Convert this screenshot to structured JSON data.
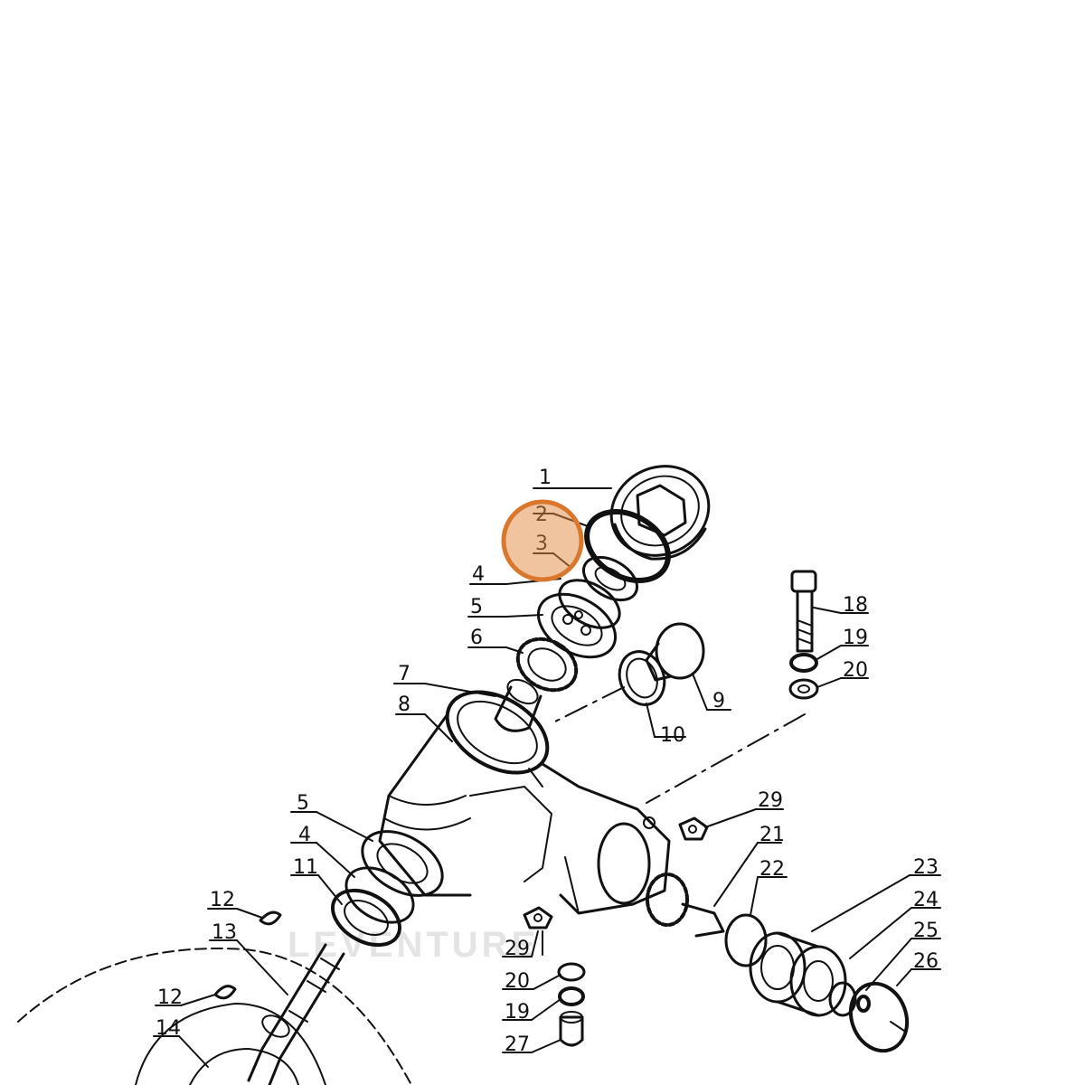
{
  "diagram": {
    "callouts": [
      {
        "id": "c1",
        "text": "1"
      },
      {
        "id": "c2",
        "text": "2"
      },
      {
        "id": "c3",
        "text": "3"
      },
      {
        "id": "c4a",
        "text": "4"
      },
      {
        "id": "c5a",
        "text": "5"
      },
      {
        "id": "c6",
        "text": "6"
      },
      {
        "id": "c7",
        "text": "7"
      },
      {
        "id": "c8",
        "text": "8"
      },
      {
        "id": "c9",
        "text": "9"
      },
      {
        "id": "c10",
        "text": "10"
      },
      {
        "id": "c18",
        "text": "18"
      },
      {
        "id": "c19a",
        "text": "19"
      },
      {
        "id": "c20a",
        "text": "20"
      },
      {
        "id": "c29a",
        "text": "29"
      },
      {
        "id": "c21",
        "text": "21"
      },
      {
        "id": "c22",
        "text": "22"
      },
      {
        "id": "c5b",
        "text": "5"
      },
      {
        "id": "c4b",
        "text": "4"
      },
      {
        "id": "c11",
        "text": "11"
      },
      {
        "id": "c12a",
        "text": "12"
      },
      {
        "id": "c13",
        "text": "13"
      },
      {
        "id": "c12b",
        "text": "12"
      },
      {
        "id": "c14",
        "text": "14"
      },
      {
        "id": "c29b",
        "text": "29"
      },
      {
        "id": "c20b",
        "text": "20"
      },
      {
        "id": "c19b",
        "text": "19"
      },
      {
        "id": "c27",
        "text": "27"
      },
      {
        "id": "c23",
        "text": "23"
      },
      {
        "id": "c24",
        "text": "24"
      },
      {
        "id": "c25",
        "text": "25"
      },
      {
        "id": "c26",
        "text": "26"
      }
    ],
    "highlight_color": "#d9782d",
    "watermark": "LEVENTURE"
  }
}
